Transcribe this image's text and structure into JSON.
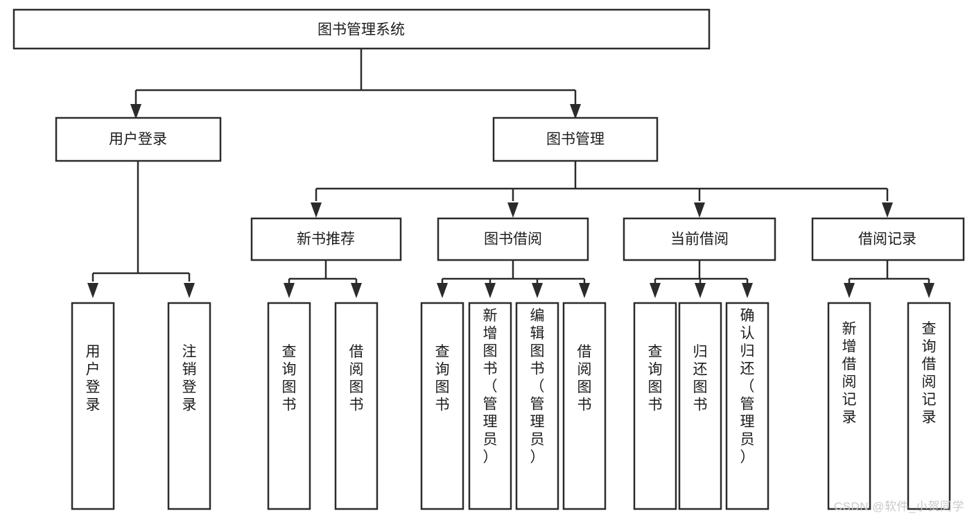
{
  "diagram": {
    "type": "tree-hierarchy",
    "title": "图书管理系统",
    "watermark": "CSDN @软件_小贺同学",
    "colors": {
      "box_stroke": "#2b2b2b",
      "box_fill": "#ffffff",
      "text": "#1c1c1c",
      "connector": "#2b2b2b",
      "background": "#ffffff",
      "watermark": "#c9c9c9"
    },
    "levels": {
      "root": {
        "label": "图书管理系统"
      },
      "level2": [
        {
          "label": "用户登录"
        },
        {
          "label": "图书管理"
        }
      ],
      "level3": [
        {
          "label": "新书推荐"
        },
        {
          "label": "图书借阅"
        },
        {
          "label": "当前借阅"
        },
        {
          "label": "借阅记录"
        }
      ],
      "leaves": [
        {
          "label": "用户登录",
          "parent": "用户登录"
        },
        {
          "label": "注销登录",
          "parent": "用户登录"
        },
        {
          "label": "查询图书",
          "parent": "新书推荐"
        },
        {
          "label": "借阅图书",
          "parent": "新书推荐"
        },
        {
          "label": "查询图书",
          "parent": "图书借阅"
        },
        {
          "label": "新增图书（管理员）",
          "parent": "图书借阅"
        },
        {
          "label": "编辑图书（管理员）",
          "parent": "图书借阅"
        },
        {
          "label": "借阅图书",
          "parent": "图书借阅"
        },
        {
          "label": "查询图书",
          "parent": "当前借阅"
        },
        {
          "label": "归还图书",
          "parent": "当前借阅"
        },
        {
          "label": "确认归还（管理员）",
          "parent": "当前借阅"
        },
        {
          "label": "新增借阅记录",
          "parent": "借阅记录"
        },
        {
          "label": "查询借阅记录",
          "parent": "借阅记录"
        }
      ]
    }
  }
}
